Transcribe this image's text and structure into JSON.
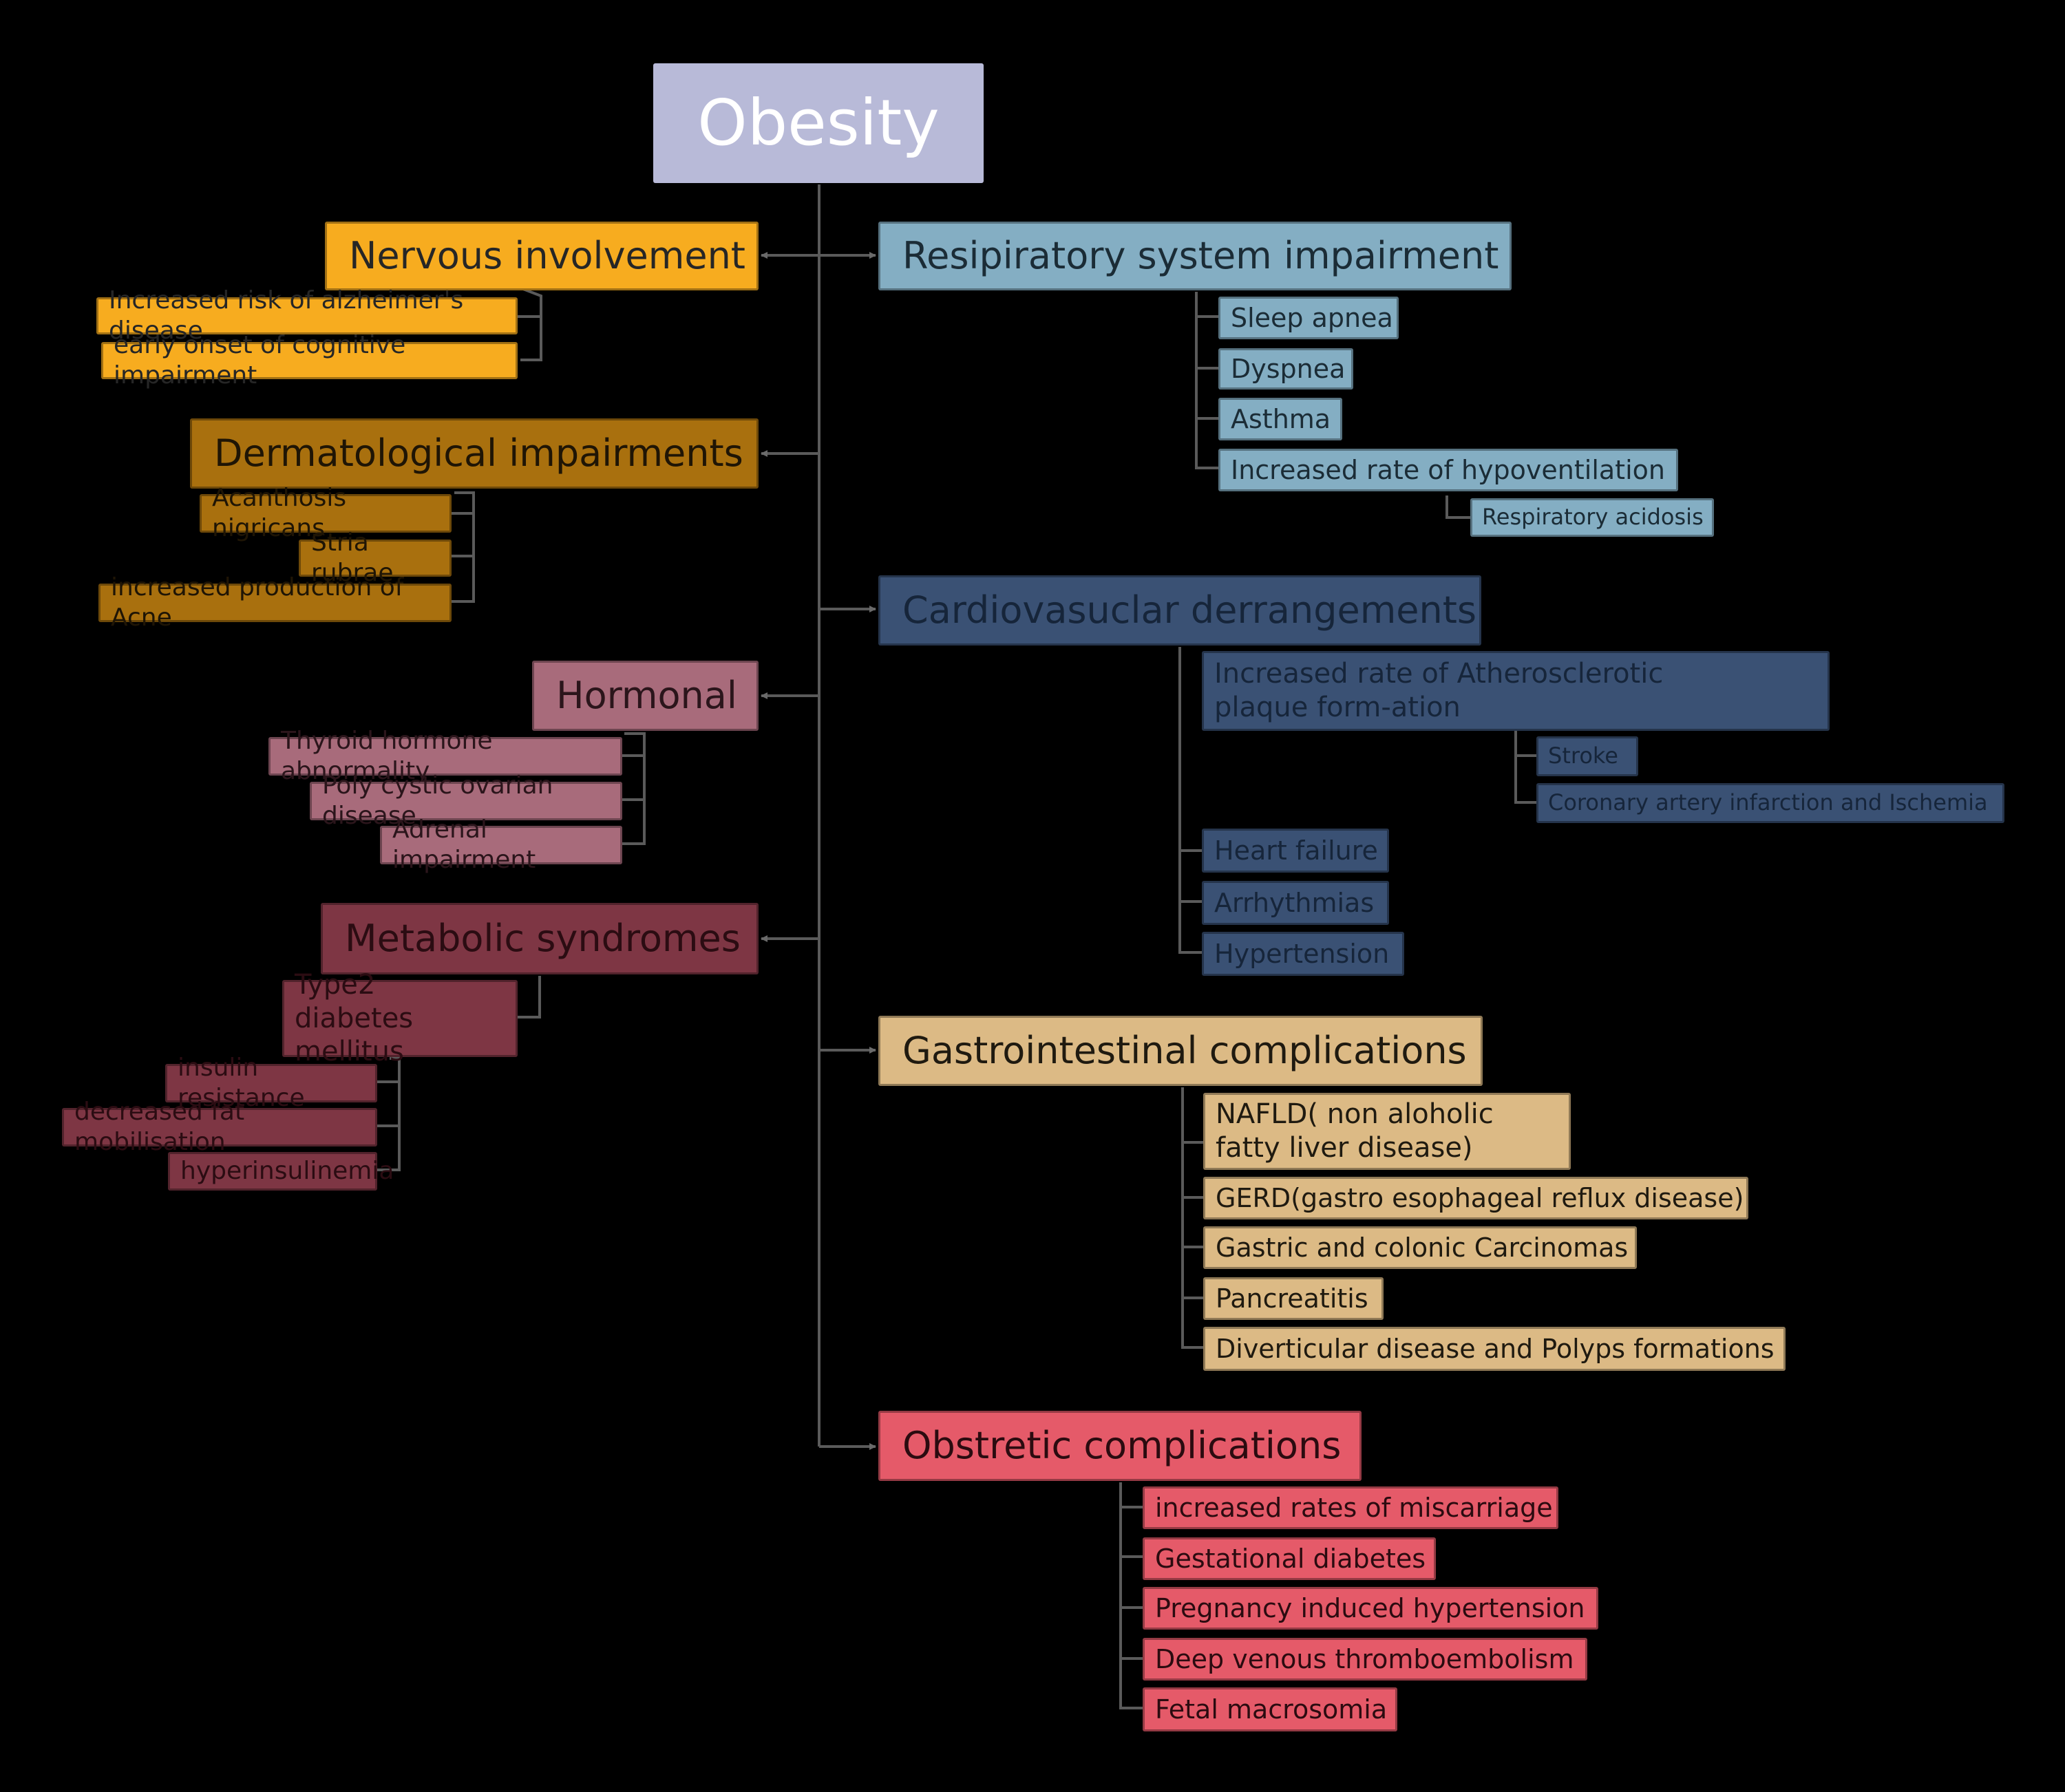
{
  "root": "Obesity",
  "colors": {
    "background": "#000000",
    "connector": "#5a5a5a",
    "root": "#b8bad8",
    "nervous": "#f7ac1f",
    "dermatological": "#a9700e",
    "hormonal": "#a86b7b",
    "metabolic": "#7e3644",
    "respiratory": "#84aec3",
    "cardiovascular": "#3a5174",
    "gastrointestinal": "#dcba85",
    "obstetric": "#e55a69"
  },
  "left": {
    "nervous": {
      "title": "Nervous involvement",
      "items": [
        "Increased risk of alzheimer's disease",
        "early onset of cognitive impairment"
      ]
    },
    "dermatological": {
      "title": "Dermatological impairments",
      "items": [
        "Acanthosis nigricans",
        "Stria rubrae",
        "increased production of Acne"
      ]
    },
    "hormonal": {
      "title": "Hormonal",
      "items": [
        "Thyroid hormone abnormality",
        "Poly cystic ovarian disease",
        "Adrenal impairment"
      ]
    },
    "metabolic": {
      "title": "Metabolic syndromes",
      "type2": "Type2 diabetes mellitus",
      "items": [
        "insulin resistance",
        "decreased fat mobilisation",
        "hyperinsulinemia"
      ]
    }
  },
  "right": {
    "respiratory": {
      "title": "Resipiratory system impairment",
      "items": [
        "Sleep apnea",
        "Dyspnea",
        "Asthma",
        "Increased rate of hypoventilation"
      ],
      "sub": "Respiratory acidosis"
    },
    "cardiovascular": {
      "title": "Cardiovasuclar derrangements",
      "athero": "Increased rate of Atherosclerotic plaque form-ation",
      "athero_sub": [
        "Stroke",
        "Coronary artery infarction and Ischemia"
      ],
      "items": [
        "Heart failure",
        "Arrhythmias",
        "Hypertension"
      ]
    },
    "gastrointestinal": {
      "title": "Gastrointestinal complications",
      "items": [
        "NAFLD( non aloholic fatty liver disease)",
        "GERD(gastro esophageal reflux disease)",
        "Gastric and colonic Carcinomas",
        "Pancreatitis",
        "Diverticular disease and Polyps formations"
      ]
    },
    "obstetric": {
      "title": "Obstretic complications",
      "items": [
        "increased rates of miscarriage",
        "Gestational diabetes",
        "Pregnancy induced hypertension",
        "Deep venous thromboembolism",
        "Fetal macrosomia"
      ]
    }
  }
}
